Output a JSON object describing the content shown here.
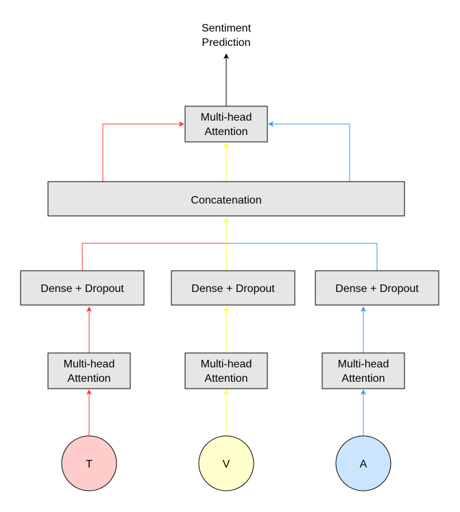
{
  "output": {
    "line1": "Sentiment",
    "line2": "Prediction"
  },
  "top_attention": {
    "line1": "Multi-head",
    "line2": "Attention"
  },
  "concatenation": {
    "label": "Concatenation"
  },
  "branches": [
    {
      "dense": "Dense + Dropout",
      "attn_line1": "Multi-head",
      "attn_line2": "Attention",
      "input": "T"
    },
    {
      "dense": "Dense + Dropout",
      "attn_line1": "Multi-head",
      "attn_line2": "Attention",
      "input": "V"
    },
    {
      "dense": "Dense + Dropout",
      "attn_line1": "Multi-head",
      "attn_line2": "Attention",
      "input": "A"
    }
  ],
  "colors": {
    "red": "#ff3333",
    "yellow": "#ffff33",
    "blue": "#3399ff",
    "black": "#000000",
    "box_fill": "#e6e6e6",
    "circle_t": "#ffcccc",
    "circle_v": "#ffffcc",
    "circle_a": "#cce5ff"
  }
}
